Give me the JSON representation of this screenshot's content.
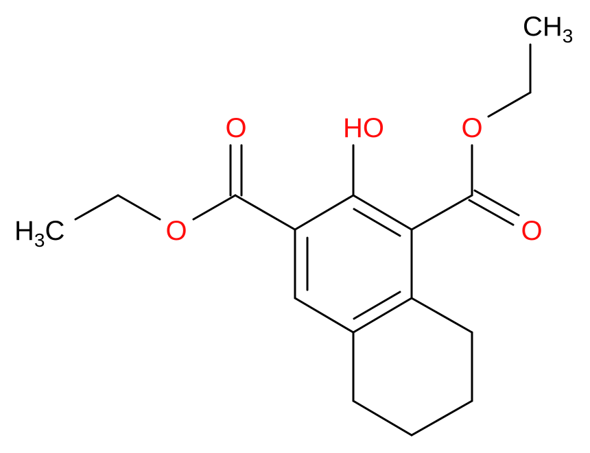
{
  "molecule": {
    "colors": {
      "bond": "#000000",
      "carbon": "#000000",
      "oxygen": "#ff0d0d"
    },
    "labels": {
      "hydroxyl": "HO",
      "ester_left_carbonyl_o": "O",
      "ester_left_ether_o": "O",
      "ester_right_carbonyl_o": "O",
      "ester_right_ether_o": "O",
      "methyl_left_h": "H",
      "methyl_left_sub": "3",
      "methyl_left_c": "C",
      "methyl_right_c": "CH",
      "methyl_right_sub": "3"
    }
  }
}
